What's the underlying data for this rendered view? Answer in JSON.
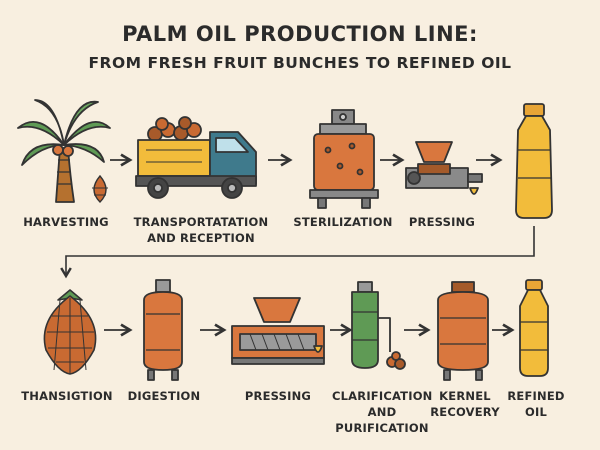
{
  "title": "PALM OIL PRODUCTION LINE:",
  "subtitle": "FROM FRESH FRUIT BUNCHES TO REFINED OIL",
  "steps_row1": [
    {
      "label": "HARVESTING",
      "icon": "palm-tree-icon"
    },
    {
      "label": "TRANSPORTATATION\nAND RECEPTION",
      "icon": "truck-icon"
    },
    {
      "label": "STERILIZATION",
      "icon": "sterilizer-icon"
    },
    {
      "label": "PRESSING",
      "icon": "press-machine-icon"
    },
    {
      "label": "",
      "icon": "oil-bottle-icon"
    }
  ],
  "steps_row2": [
    {
      "label": "THANSIGTION",
      "icon": "fruit-bunch-icon"
    },
    {
      "label": "DIGESTION",
      "icon": "digester-tank-icon"
    },
    {
      "label": "PRESSING",
      "icon": "screw-press-icon"
    },
    {
      "label": "CLARIFICATION\nAND\nPURIFICATION",
      "icon": "clarifier-icon"
    },
    {
      "label": "KERNEL\nRECOVERY",
      "icon": "kernel-tank-icon"
    },
    {
      "label": "REFINED\nOIL",
      "icon": "refined-oil-bottle-icon"
    }
  ],
  "colors": {
    "background": "#f8efe0",
    "orange": "#d9773e",
    "yellow": "#f2bc3b",
    "green": "#5f9a55",
    "outline": "#333333"
  }
}
